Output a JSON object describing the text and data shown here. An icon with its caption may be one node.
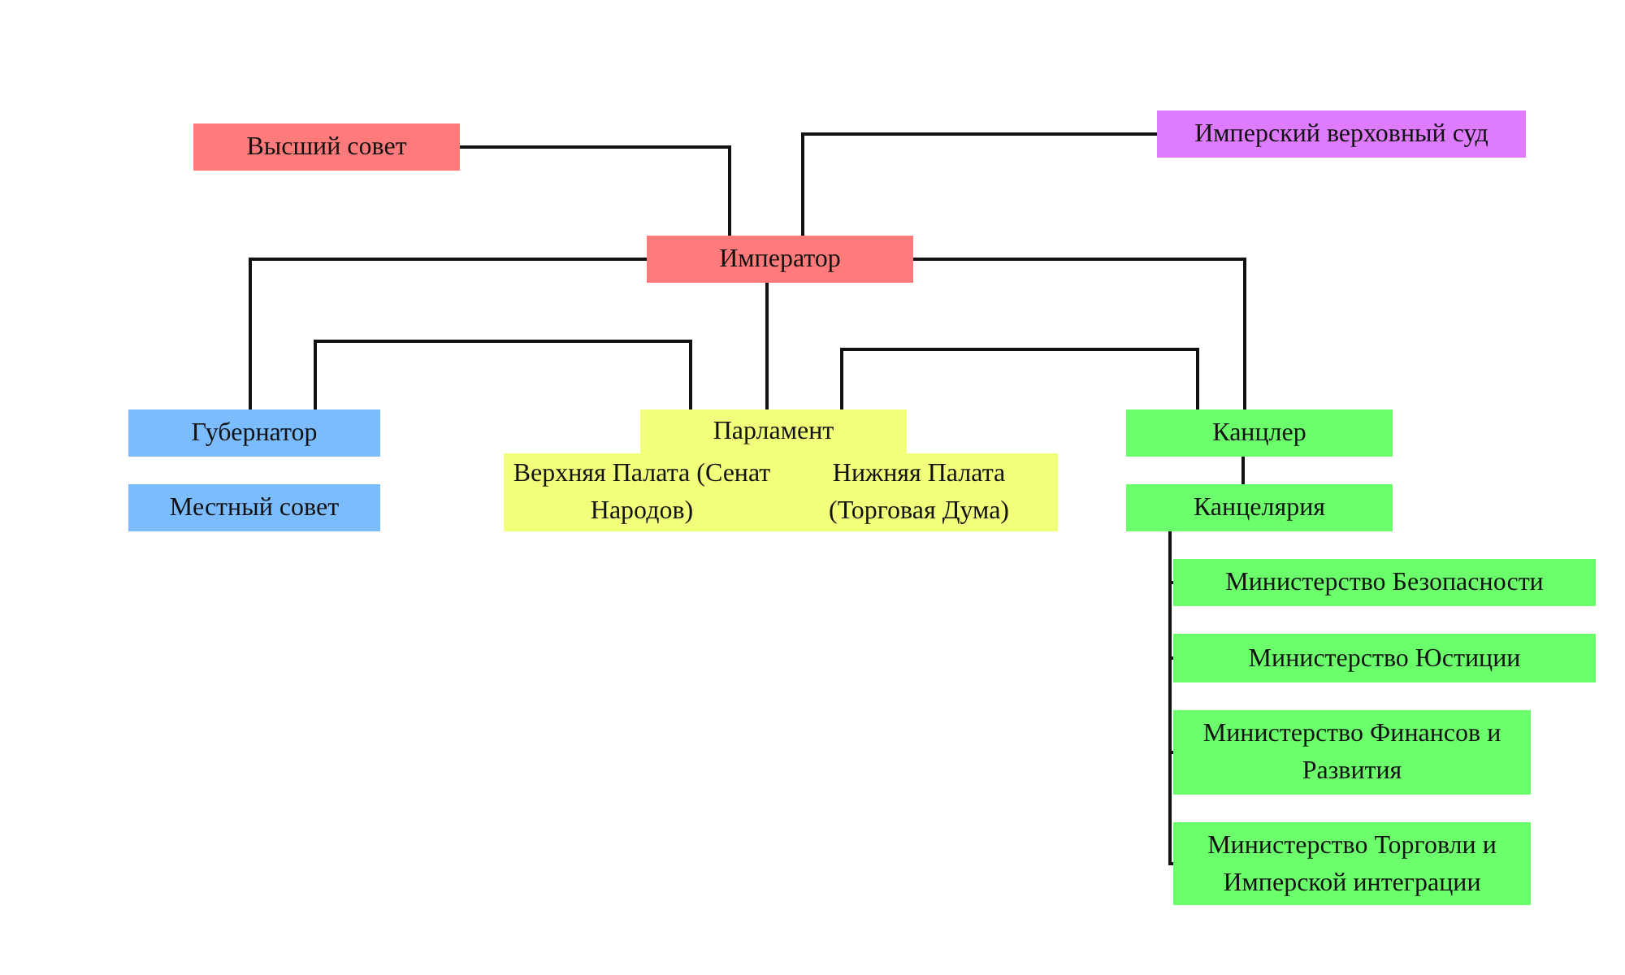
{
  "diagram": {
    "nodes": [
      {
        "text": [
          "Высший совет"
        ]
      },
      {
        "text": [
          "Имперский верховный суд"
        ]
      },
      {
        "text": [
          "Император"
        ]
      },
      {
        "text": [
          "Губернатор"
        ]
      },
      {
        "text": [
          "Местный совет"
        ]
      },
      {
        "text": [
          "Парламент"
        ]
      },
      {
        "text": [
          "Верхняя Палата (Сенат Народов)"
        ]
      },
      {
        "text": [
          "Нижняя Палата (Торговая Дума)"
        ]
      },
      {
        "text": [
          "Канцлер"
        ]
      },
      {
        "text": [
          "Канцелярия"
        ]
      },
      {
        "text": [
          "Министерство Безопасности"
        ]
      },
      {
        "text": [
          "Министерство Юстиции"
        ]
      },
      {
        "text": [
          "Министерство Финансов и Развития"
        ]
      },
      {
        "text": [
          "Министерство Торговли и Имперской интеграции"
        ]
      }
    ],
    "edges": [
      {
        "from": 0,
        "to": 2,
        "arrow": "none"
      },
      {
        "from": 1,
        "to": 2,
        "arrow": "none"
      },
      {
        "from": 2,
        "to": 3,
        "arrow": "none"
      },
      {
        "from": 2,
        "to": 5,
        "arrow": "none"
      },
      {
        "from": 2,
        "to": 8,
        "arrow": "none"
      },
      {
        "from": 3,
        "to": 5,
        "arrow": "none"
      },
      {
        "from": 5,
        "to": 8,
        "arrow": "none"
      },
      {
        "from": 8,
        "to": 9,
        "arrow": "none"
      },
      {
        "from": 9,
        "to": 10,
        "arrow": "none"
      },
      {
        "from": 9,
        "to": 11,
        "arrow": "none"
      },
      {
        "from": 9,
        "to": 12,
        "arrow": "none"
      },
      {
        "from": 9,
        "to": 13,
        "arrow": "none"
      }
    ]
  }
}
